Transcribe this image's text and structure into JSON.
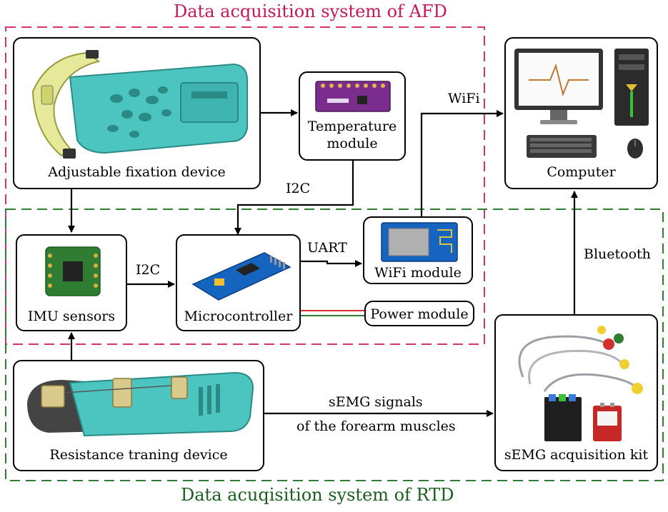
{
  "titles": {
    "afd": "Data acquisition system of AFD",
    "rtd": "Data acuqisition system of RTD"
  },
  "colors": {
    "afd_border": "#d6336c",
    "afd_title": "#c2185b",
    "rtd_border": "#2e7d32",
    "rtd_title": "#1b5e20",
    "device": "#4cc4c0",
    "board_purple": "#7b2d8e",
    "board_blue": "#1565c0",
    "board_green": "#2e7d32",
    "wire_red": "#d32f2f",
    "wire_green": "#2e7d32"
  },
  "nodes": {
    "fixation": "Adjustable fixation device",
    "temperature_line1": "Temperature",
    "temperature_line2": "module",
    "computer": "Computer",
    "imu": "IMU sensors",
    "microcontroller": "Microcontroller",
    "wifi_module": "WiFi module",
    "power_module": "Power module",
    "resistance": "Resistance traning device",
    "semg_kit": "sEMG acquisition kit"
  },
  "edges": {
    "i2c_temp": "I2C",
    "i2c_imu": "I2C",
    "uart": "UART",
    "wifi": "WiFi",
    "bluetooth": "Bluetooth",
    "semg_line1": "sEMG signals",
    "semg_line2": "of the forearm muscles"
  },
  "icons": [
    "orthosis-render",
    "temperature-board",
    "monitor-icon",
    "pc-tower-icon",
    "keyboard-icon",
    "mouse-icon",
    "imu-board",
    "microcontroller-board",
    "wifi-board",
    "semg-electrodes",
    "battery-icon"
  ]
}
